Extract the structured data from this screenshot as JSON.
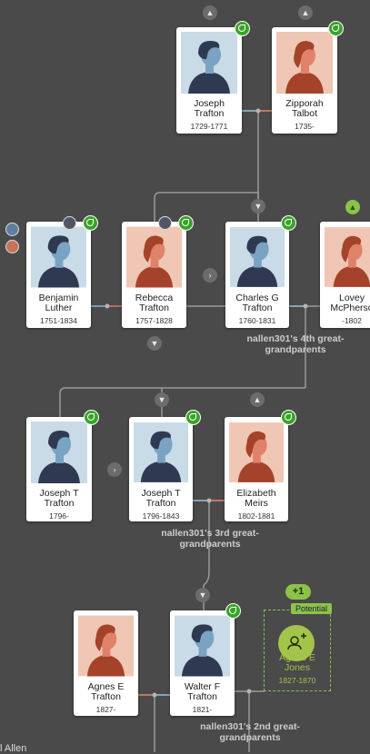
{
  "colors": {
    "background": "#4a4a4a",
    "hint": "#3aa32a",
    "potential": "#8bc34a"
  },
  "people": [
    {
      "id": "joseph_1729",
      "name": "Joseph\nTrafton",
      "dates": "1729-1771",
      "gender": "male"
    },
    {
      "id": "zipporah",
      "name": "Zipporah\nTalbot",
      "dates": "1735-",
      "gender": "female"
    },
    {
      "id": "benjamin",
      "name": "Benjamin\nLuther",
      "dates": "1751-1834",
      "gender": "male"
    },
    {
      "id": "rebecca",
      "name": "Rebecca\nTrafton",
      "dates": "1757-1828",
      "gender": "female"
    },
    {
      "id": "charles",
      "name": "Charles G\nTrafton",
      "dates": "1760-1831",
      "gender": "male"
    },
    {
      "id": "lovey",
      "name": "Lovey\nMcPherso",
      "dates": "-1802",
      "gender": "female"
    },
    {
      "id": "joseph_1796a",
      "name": "Joseph T\nTrafton",
      "dates": "1796-",
      "gender": "male"
    },
    {
      "id": "joseph_1796b",
      "name": "Joseph T\nTrafton",
      "dates": "1796-1843",
      "gender": "male"
    },
    {
      "id": "elizabeth",
      "name": "Elizabeth\nMeirs",
      "dates": "1802-1881",
      "gender": "female"
    },
    {
      "id": "agnes_1827",
      "name": "Agnes E\nTrafton",
      "dates": "1827-",
      "gender": "female"
    },
    {
      "id": "walter",
      "name": "Walter F\nTrafton",
      "dates": "1821-",
      "gender": "male"
    }
  ],
  "generation_labels": [
    "nallen301's 4th great-\ngrandparents",
    "nallen301's 3rd great-\ngrandparents",
    "nallen301's 2nd great-\ngrandparents"
  ],
  "potential": {
    "tag": "Potential",
    "count": "+1",
    "name": "Agnes E\nJones",
    "dates": "1827-1870"
  },
  "bottom_text": "l Allen",
  "icons": {
    "hint": "leaf-hint-icon",
    "siblings": "siblings-icon",
    "expand_up": "chevron-up-icon",
    "expand_down": "chevron-down-icon",
    "next": "chevron-right-icon",
    "add_person": "add-person-icon"
  }
}
